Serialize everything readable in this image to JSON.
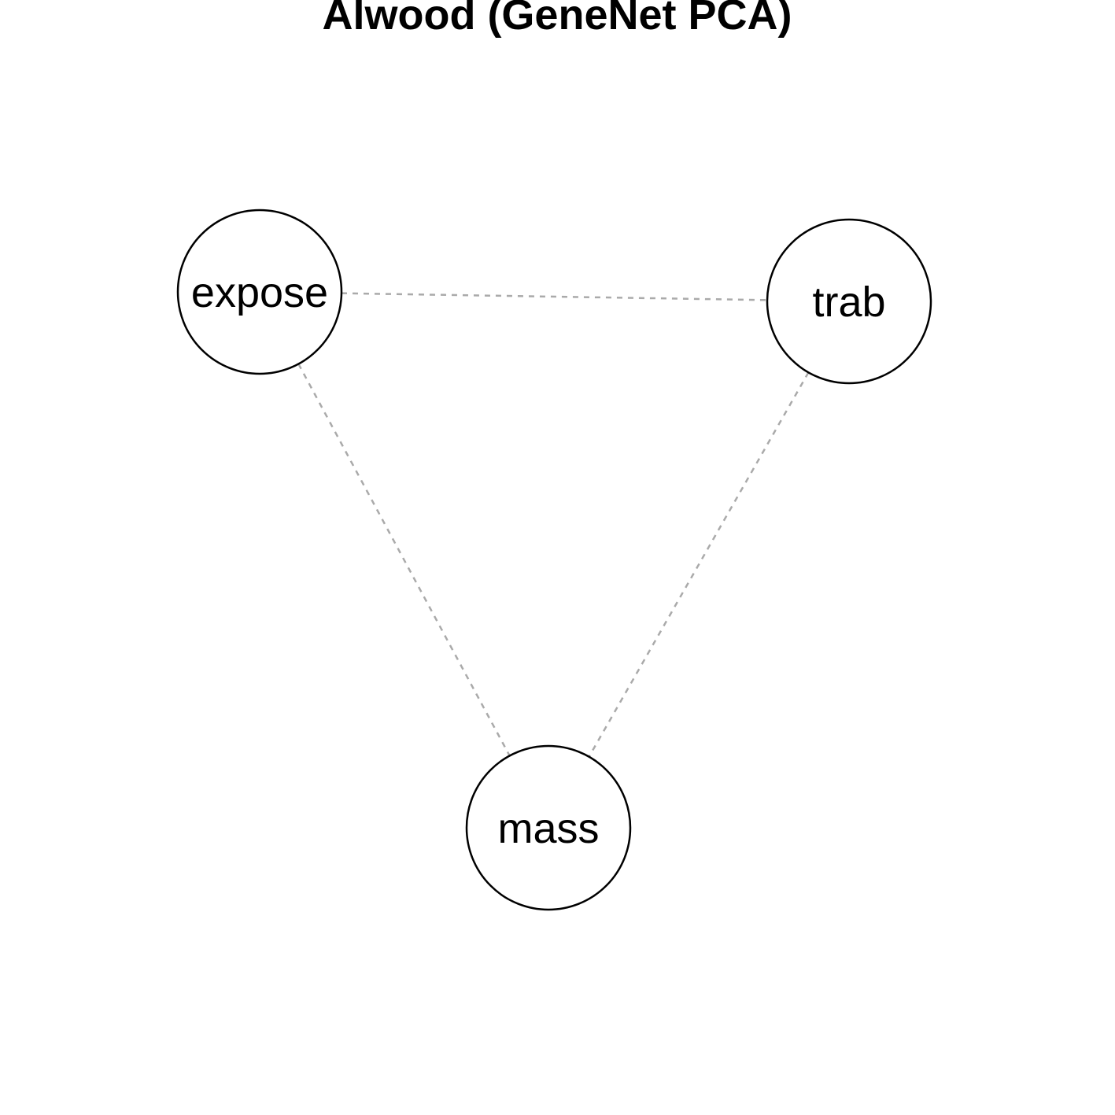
{
  "title": "Alwood (GeneNet PCA)",
  "colors": {
    "background": "#ffffff",
    "node_border": "#000000",
    "edge": "#aaaaaa",
    "text": "#000000"
  },
  "nodes": [
    {
      "id": "expose",
      "label": "expose"
    },
    {
      "id": "trab",
      "label": "trab"
    },
    {
      "id": "mass",
      "label": "mass"
    }
  ],
  "edges": [
    {
      "from": "expose",
      "to": "trab",
      "style": "dashed"
    },
    {
      "from": "expose",
      "to": "mass",
      "style": "dashed"
    },
    {
      "from": "trab",
      "to": "mass",
      "style": "dashed"
    }
  ]
}
